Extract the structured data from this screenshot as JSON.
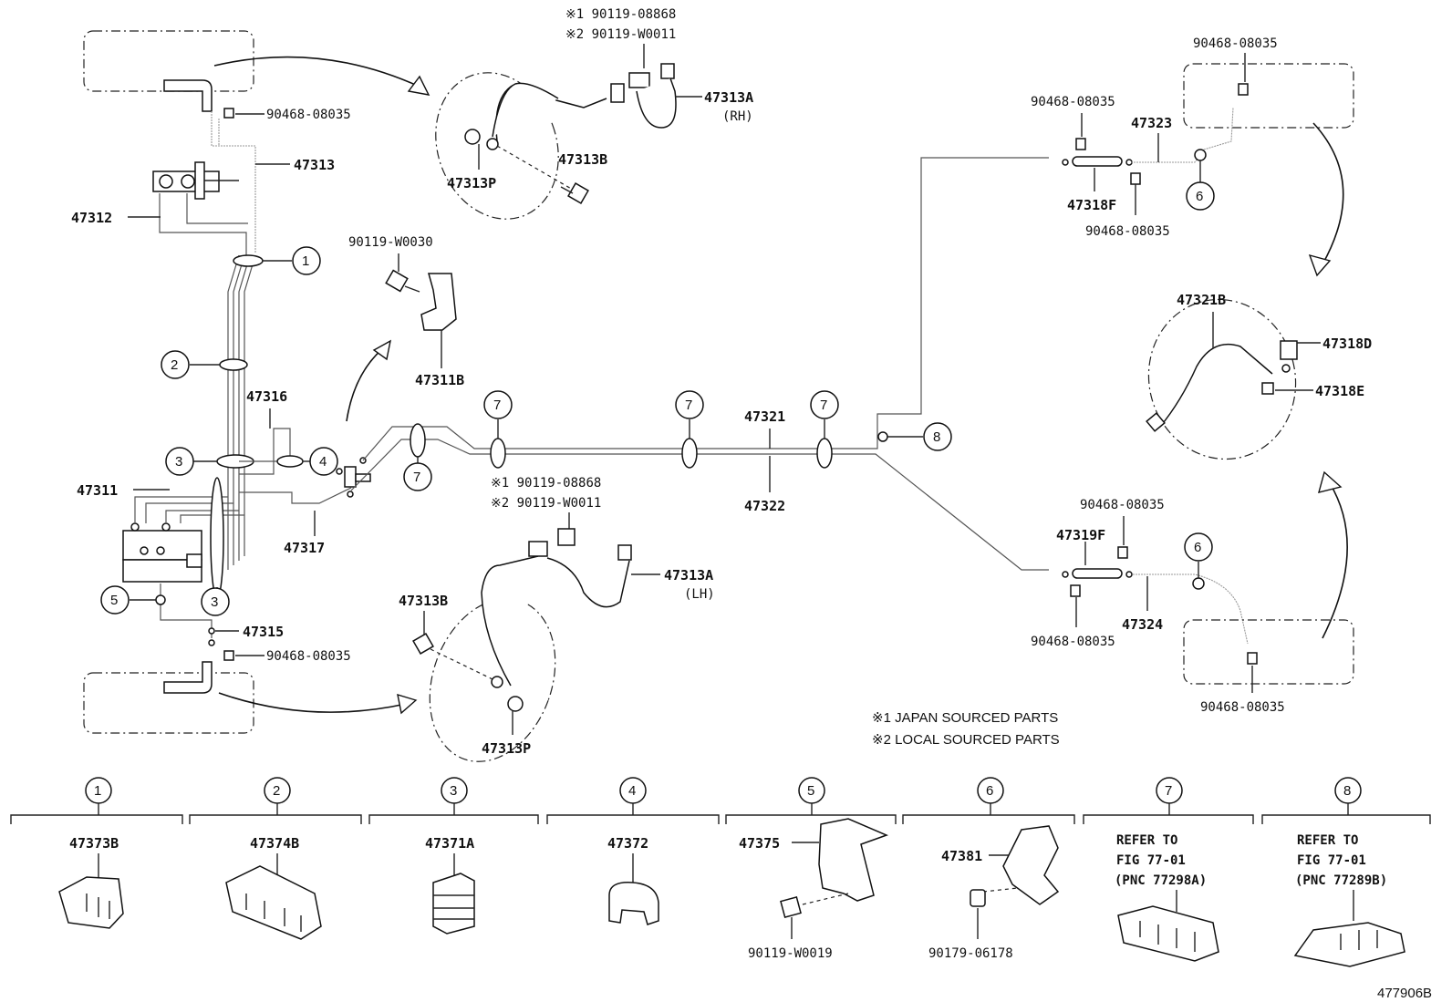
{
  "labels": {
    "p47313": "47313",
    "p47312": "47312",
    "p47316": "47316",
    "p47311": "47311",
    "p47317": "47317",
    "p47315": "47315",
    "p47313A_rh": "47313A",
    "rh": "(RH)",
    "p47313B_top": "47313B",
    "p47313P_top": "47313P",
    "p47311B": "47311B",
    "p47313A_lh": "47313A",
    "lh": "(LH)",
    "p47313B_bot": "47313B",
    "p47313P_bot": "47313P",
    "p47321": "47321",
    "p47322": "47322",
    "p47323": "47323",
    "p47318F": "47318F",
    "p47319F": "47319F",
    "p47324": "47324",
    "p47321B": "47321B",
    "p47318D": "47318D",
    "p47318E": "47318E",
    "clip_90468_a": "90468-08035",
    "clip_90468_b": "90468-08035",
    "clip_90468_c": "90468-08035",
    "clip_90468_d": "90468-08035",
    "clip_90468_e": "90468-08035",
    "clip_90468_f": "90468-08035",
    "clip_90468_g": "90468-08035",
    "clip_90468_h": "90468-08035",
    "bolt_90119_w0030": "90119-W0030",
    "top_j1": "※1 90119-08868",
    "top_j2": "※2 90119-W0011",
    "mid_j1": "※1 90119-08868",
    "mid_j2": "※2 90119-W0011",
    "note1": "※1 JAPAN SOURCED PARTS",
    "note2": "※2 LOCAL SOURCED PARTS",
    "figure_id": "477906B"
  },
  "callouts": [
    "1",
    "2",
    "3",
    "4",
    "5",
    "6",
    "7",
    "8"
  ],
  "legend": [
    {
      "num": "1",
      "part": "47373B"
    },
    {
      "num": "2",
      "part": "47374B"
    },
    {
      "num": "3",
      "part": "47371A"
    },
    {
      "num": "4",
      "part": "47372"
    },
    {
      "num": "5",
      "part": "47375",
      "sub": "90119-W0019"
    },
    {
      "num": "6",
      "part": "47381",
      "sub": "90179-06178"
    },
    {
      "num": "7",
      "ref1": "REFER TO",
      "ref2": "FIG 77-01",
      "ref3": "(PNC 77298A)"
    },
    {
      "num": "8",
      "ref1": "REFER TO",
      "ref2": "FIG 77-01",
      "ref3": "(PNC 77289B)"
    }
  ]
}
